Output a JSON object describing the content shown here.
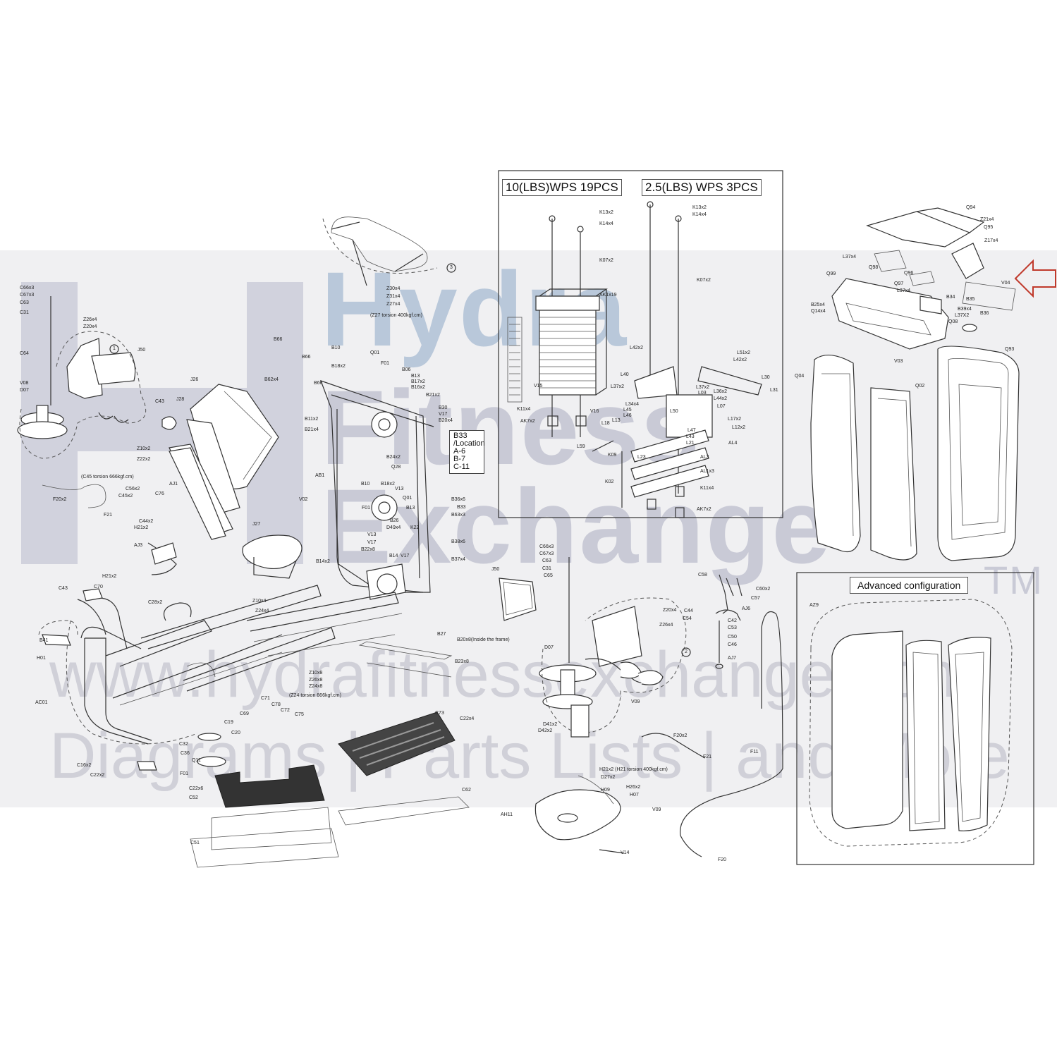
{
  "watermark": {
    "brand_line1": "Hydra",
    "brand_line2": "Fitness",
    "brand_line3": "Exchange",
    "trademark": "TM",
    "url": "www.hydrafitnessexchange.com",
    "tagline": "Diagrams | Parts Lists | and More"
  },
  "weight_box": {
    "title_left": "10(LBS)WPS 19PCS",
    "title_right": "2.5(LBS) WPS 3PCS"
  },
  "location_box": {
    "lines": [
      "B33",
      "/Location",
      "A-6",
      "B-7",
      "C-11"
    ]
  },
  "advanced": {
    "title": "Advanced configuration"
  },
  "colors": {
    "arrow": "#c0392b",
    "watermark_blue": "#b9c8da",
    "watermark_grey": "#c9cad6"
  },
  "labels": [
    {
      "id": "c66x3a",
      "text": "C66x3"
    },
    {
      "id": "c67x3a",
      "text": "C67x3"
    },
    {
      "id": "c63a",
      "text": "C63"
    },
    {
      "id": "c31a",
      "text": "C31"
    },
    {
      "id": "z26x4a",
      "text": "Z26x4"
    },
    {
      "id": "z20x4a",
      "text": "Z20x4"
    },
    {
      "id": "c64",
      "text": "C64"
    },
    {
      "id": "j50a",
      "text": "J50"
    },
    {
      "id": "v08",
      "text": "V08"
    },
    {
      "id": "d07a",
      "text": "D07"
    },
    {
      "id": "c43a",
      "text": "C43"
    },
    {
      "id": "j26a",
      "text": "J26"
    },
    {
      "id": "j28",
      "text": "J28"
    },
    {
      "id": "z10x2",
      "text": "Z10x2"
    },
    {
      "id": "z22x2",
      "text": "Z22x2"
    },
    {
      "id": "c56x2",
      "text": "C56x2"
    },
    {
      "id": "c45x2",
      "text": "C45x2"
    },
    {
      "id": "c76",
      "text": "C76"
    },
    {
      "id": "aj1",
      "text": "AJ1"
    },
    {
      "id": "f20x2a",
      "text": "F20x2"
    },
    {
      "id": "f21a",
      "text": "F21"
    },
    {
      "id": "c45tor",
      "text": "(C45 torsion 666kgf.cm)"
    },
    {
      "id": "c44x2",
      "text": "C44x2"
    },
    {
      "id": "h21x2a",
      "text": "H21x2"
    },
    {
      "id": "aj3",
      "text": "AJ3"
    },
    {
      "id": "j27",
      "text": "J27"
    },
    {
      "id": "b66a",
      "text": "B66"
    },
    {
      "id": "b66b",
      "text": "B66"
    },
    {
      "id": "b66c",
      "text": "B66"
    },
    {
      "id": "b62x4",
      "text": "B62x4"
    },
    {
      "id": "b10a",
      "text": "B10"
    },
    {
      "id": "b18x2a",
      "text": "B18x2"
    },
    {
      "id": "q01a",
      "text": "Q01"
    },
    {
      "id": "f01a",
      "text": "F01"
    },
    {
      "id": "b06",
      "text": "B06"
    },
    {
      "id": "b13a",
      "text": "B13"
    },
    {
      "id": "b17x2",
      "text": "B17x2"
    },
    {
      "id": "b16x2",
      "text": "B16x2"
    },
    {
      "id": "b21x2",
      "text": "B21x2"
    },
    {
      "id": "b30",
      "text": "B30"
    },
    {
      "id": "v17a",
      "text": "V17"
    },
    {
      "id": "b20x4",
      "text": "B20x4"
    },
    {
      "id": "b11x2",
      "text": "B11x2"
    },
    {
      "id": "b21x4",
      "text": "B21x4"
    },
    {
      "id": "ab1",
      "text": "AB1"
    },
    {
      "id": "q28",
      "text": "Q28"
    },
    {
      "id": "b24x2",
      "text": "B24x2"
    },
    {
      "id": "v02",
      "text": "V02"
    },
    {
      "id": "b10b",
      "text": "B10"
    },
    {
      "id": "b18x2b",
      "text": "B18x2"
    },
    {
      "id": "v13a",
      "text": "V13"
    },
    {
      "id": "q01b",
      "text": "Q01"
    },
    {
      "id": "f01b",
      "text": "F01"
    },
    {
      "id": "b13b",
      "text": "B13"
    },
    {
      "id": "b26",
      "text": "B26"
    },
    {
      "id": "d49x4",
      "text": "D49x4"
    },
    {
      "id": "k22",
      "text": "K22"
    },
    {
      "id": "v13b",
      "text": "V13"
    },
    {
      "id": "v17b",
      "text": "V17"
    },
    {
      "id": "b22x8",
      "text": "B22x8"
    },
    {
      "id": "b14",
      "text": "B14"
    },
    {
      "id": "v17c",
      "text": "V17"
    },
    {
      "id": "b14x2",
      "text": "B14x2"
    },
    {
      "id": "b36x6",
      "text": "B36x6"
    },
    {
      "id": "b33",
      "text": "B33"
    },
    {
      "id": "b63x3",
      "text": "B63x3"
    },
    {
      "id": "b38x6",
      "text": "B38x6"
    },
    {
      "id": "b37x4",
      "text": "B37x4"
    },
    {
      "id": "z30x4",
      "text": "Z30x4"
    },
    {
      "id": "z31x4",
      "text": "Z31x4"
    },
    {
      "id": "z27x4",
      "text": "Z27x4"
    },
    {
      "id": "z27tor",
      "text": "(Z27 torsion 400kgf.cm)"
    },
    {
      "id": "k13x2a",
      "text": "K13x2"
    },
    {
      "id": "k14x4a",
      "text": "K14x4"
    },
    {
      "id": "k07x2a",
      "text": "K07x2"
    },
    {
      "id": "ak1x19",
      "text": "AK1x19"
    },
    {
      "id": "v15",
      "text": "V15"
    },
    {
      "id": "k11x4a",
      "text": "K11x4"
    },
    {
      "id": "ak7x2a",
      "text": "AK7x2"
    },
    {
      "id": "k13x2b",
      "text": "K13x2"
    },
    {
      "id": "k14x4b",
      "text": "K14x4"
    },
    {
      "id": "k07x2b",
      "text": "K07x2"
    },
    {
      "id": "l42x2a",
      "text": "L42x2"
    },
    {
      "id": "l51x2",
      "text": "L51x2"
    },
    {
      "id": "l42x2b",
      "text": "L42x2"
    },
    {
      "id": "l40",
      "text": "L40"
    },
    {
      "id": "l37x2a",
      "text": "L37x2"
    },
    {
      "id": "l37x2b",
      "text": "L37x2"
    },
    {
      "id": "l03",
      "text": "L03"
    },
    {
      "id": "l36x2",
      "text": "L36x2"
    },
    {
      "id": "l44x2",
      "text": "L44x2"
    },
    {
      "id": "l30",
      "text": "L30"
    },
    {
      "id": "l31",
      "text": "L31"
    },
    {
      "id": "v16",
      "text": "V16"
    },
    {
      "id": "l34x4",
      "text": "L34x4"
    },
    {
      "id": "l45",
      "text": "L45"
    },
    {
      "id": "l46",
      "text": "L46"
    },
    {
      "id": "l07",
      "text": "L07"
    },
    {
      "id": "l50",
      "text": "L50"
    },
    {
      "id": "l13",
      "text": "L13"
    },
    {
      "id": "l17x2",
      "text": "L17x2"
    },
    {
      "id": "l18",
      "text": "L18"
    },
    {
      "id": "l12x2",
      "text": "L12x2"
    },
    {
      "id": "l47",
      "text": "L47"
    },
    {
      "id": "l43",
      "text": "L43"
    },
    {
      "id": "l21",
      "text": "L21"
    },
    {
      "id": "al4",
      "text": "AL4"
    },
    {
      "id": "l59",
      "text": "L59"
    },
    {
      "id": "k09",
      "text": "K09"
    },
    {
      "id": "l23",
      "text": "L23"
    },
    {
      "id": "al3",
      "text": "AL3"
    },
    {
      "id": "al1x3",
      "text": "AL1x3"
    },
    {
      "id": "k02",
      "text": "K02"
    },
    {
      "id": "k11x4b",
      "text": "K11x4"
    },
    {
      "id": "ak7x2b",
      "text": "AK7x2"
    },
    {
      "id": "q94",
      "text": "Q94"
    },
    {
      "id": "z21x4",
      "text": "Z21x4"
    },
    {
      "id": "q95",
      "text": "Q95"
    },
    {
      "id": "z17x4",
      "text": "Z17x4"
    },
    {
      "id": "l37x4a",
      "text": "L37x4"
    },
    {
      "id": "q98",
      "text": "Q98"
    },
    {
      "id": "q96",
      "text": "Q96"
    },
    {
      "id": "q99",
      "text": "Q99"
    },
    {
      "id": "q97",
      "text": "Q97"
    },
    {
      "id": "l37x4b",
      "text": "L37x4"
    },
    {
      "id": "v04",
      "text": "V04"
    },
    {
      "id": "b34",
      "text": "B34"
    },
    {
      "id": "b35",
      "text": "B35"
    },
    {
      "id": "b25x4",
      "text": "B25x4"
    },
    {
      "id": "q14x4",
      "text": "Q14x4"
    },
    {
      "id": "b39x4",
      "text": "B39x4"
    },
    {
      "id": "l37x2c",
      "text": "L37X2"
    },
    {
      "id": "q08",
      "text": "Q08"
    },
    {
      "id": "b36",
      "text": "B36"
    },
    {
      "id": "q93",
      "text": "Q93"
    },
    {
      "id": "v03",
      "text": "V03"
    },
    {
      "id": "q04",
      "text": "Q04"
    },
    {
      "id": "q02",
      "text": "Q02"
    },
    {
      "id": "h21x2b",
      "text": "H21x2"
    },
    {
      "id": "c43b",
      "text": "C43"
    },
    {
      "id": "c70",
      "text": "C70"
    },
    {
      "id": "c28x2",
      "text": "C28x2"
    },
    {
      "id": "b41",
      "text": "B41"
    },
    {
      "id": "h01",
      "text": "H01"
    },
    {
      "id": "ac01",
      "text": "AC01"
    },
    {
      "id": "z10x4",
      "text": "Z10x4"
    },
    {
      "id": "z24x4",
      "text": "Z24x4"
    },
    {
      "id": "z10x8",
      "text": "Z10x8"
    },
    {
      "id": "z26x8",
      "text": "Z26x8"
    },
    {
      "id": "z24x8",
      "text": "Z24x8"
    },
    {
      "id": "z24tor",
      "text": "(Z24 torsion 666kgf.cm)"
    },
    {
      "id": "c71",
      "text": "C71"
    },
    {
      "id": "c78",
      "text": "C78"
    },
    {
      "id": "c72",
      "text": "C72"
    },
    {
      "id": "c75",
      "text": "C75"
    },
    {
      "id": "c69",
      "text": "C69"
    },
    {
      "id": "c19",
      "text": "C19"
    },
    {
      "id": "c20",
      "text": "C20"
    },
    {
      "id": "c32",
      "text": "C32"
    },
    {
      "id": "c36",
      "text": "C36"
    },
    {
      "id": "q11",
      "text": "Q11"
    },
    {
      "id": "c16x2",
      "text": "C16x2"
    },
    {
      "id": "c22x2a",
      "text": "C22x2"
    },
    {
      "id": "f01c",
      "text": "F01"
    },
    {
      "id": "c22x6",
      "text": "C22x6"
    },
    {
      "id": "c52",
      "text": "C52"
    },
    {
      "id": "c51",
      "text": "C51"
    },
    {
      "id": "b27",
      "text": "B27"
    },
    {
      "id": "b20x8",
      "text": "B20x8(Inside the frame)"
    },
    {
      "id": "b23x8",
      "text": "B23x8"
    },
    {
      "id": "c73",
      "text": "C73"
    },
    {
      "id": "c22x4",
      "text": "C22x4"
    },
    {
      "id": "c62",
      "text": "C62"
    },
    {
      "id": "c66x3b",
      "text": "C66x3"
    },
    {
      "id": "c67x3b",
      "text": "C67x3"
    },
    {
      "id": "c63b",
      "text": "C63"
    },
    {
      "id": "c31b",
      "text": "C31"
    },
    {
      "id": "c65",
      "text": "C65"
    },
    {
      "id": "j50b",
      "text": "J50"
    },
    {
      "id": "z20x4b",
      "text": "Z20x4"
    },
    {
      "id": "z26x4b",
      "text": "Z26x4"
    },
    {
      "id": "d07b",
      "text": "D07"
    },
    {
      "id": "v09a",
      "text": "V09"
    },
    {
      "id": "d41x2",
      "text": "D41x2"
    },
    {
      "id": "d42x2",
      "text": "D42x2"
    },
    {
      "id": "c58",
      "text": "C58"
    },
    {
      "id": "c60x2",
      "text": "C60x2"
    },
    {
      "id": "c57",
      "text": "C57"
    },
    {
      "id": "aj6",
      "text": "AJ6"
    },
    {
      "id": "c44",
      "text": "C44"
    },
    {
      "id": "c54",
      "text": "C54"
    },
    {
      "id": "c42",
      "text": "C42"
    },
    {
      "id": "c53",
      "text": "C53"
    },
    {
      "id": "c50",
      "text": "C50"
    },
    {
      "id": "c46",
      "text": "C46"
    },
    {
      "id": "aj7",
      "text": "AJ7"
    },
    {
      "id": "f20x2b",
      "text": "F20x2"
    },
    {
      "id": "f21b",
      "text": "F21"
    },
    {
      "id": "f11",
      "text": "F11"
    },
    {
      "id": "f20",
      "text": "F20"
    },
    {
      "id": "h21x2c",
      "text": "H21x2 (H21 torsion 400kgf.cm)"
    },
    {
      "id": "d27x2",
      "text": "D27x2"
    },
    {
      "id": "h26x2",
      "text": "H26x2"
    },
    {
      "id": "h09",
      "text": "H09"
    },
    {
      "id": "h07",
      "text": "H07"
    },
    {
      "id": "v09b",
      "text": "V09"
    },
    {
      "id": "ah11",
      "text": "AH11"
    },
    {
      "id": "v14",
      "text": "V14"
    },
    {
      "id": "az9",
      "text": "AZ9"
    },
    {
      "id": "call1",
      "text": "1"
    },
    {
      "id": "call2",
      "text": "2"
    },
    {
      "id": "call3",
      "text": "3"
    }
  ]
}
